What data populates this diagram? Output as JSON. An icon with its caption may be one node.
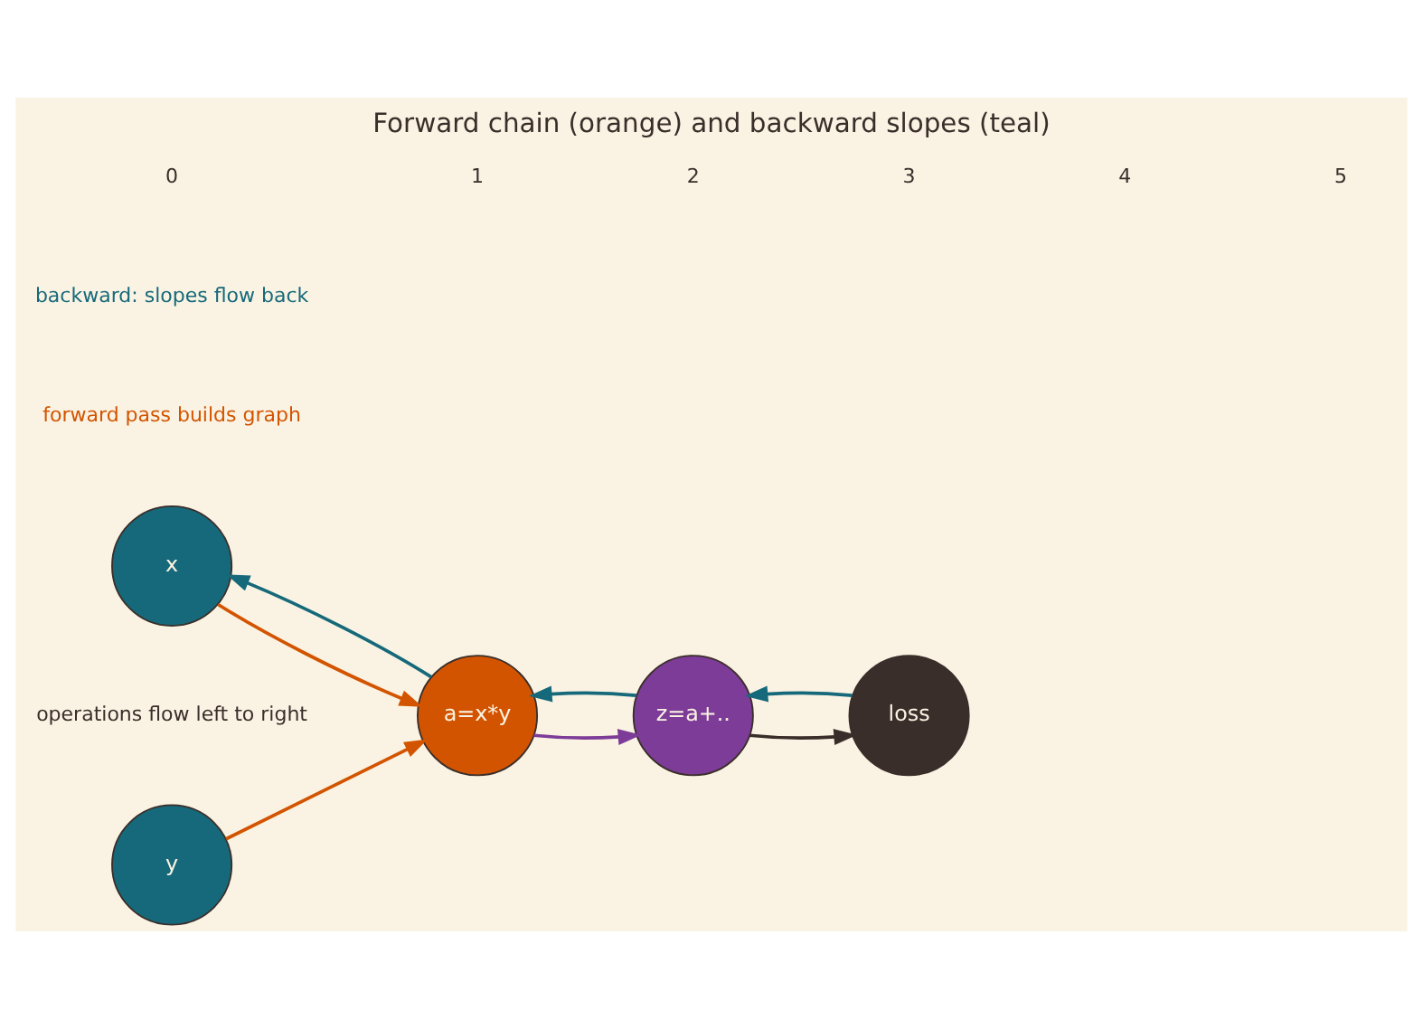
{
  "diagram": {
    "title": "Forward chain (orange) and backward slopes (teal)",
    "nodes": [
      {
        "text": [
          "x"
        ]
      },
      {
        "text": [
          "a=x*y"
        ]
      },
      {
        "text": [
          "z=a+.."
        ]
      },
      {
        "text": [
          "loss"
        ]
      },
      {
        "text": [
          "y"
        ]
      }
    ],
    "edges": [
      {
        "from": 0,
        "to": 1,
        "arrow": "to",
        "color": "#d35400"
      },
      {
        "from": 4,
        "to": 1,
        "arrow": "to",
        "color": "#d35400"
      },
      {
        "from": 1,
        "to": 2,
        "arrow": "to",
        "color": "#7d3c98"
      },
      {
        "from": 2,
        "to": 3,
        "arrow": "to",
        "color": "#3a2e2a"
      },
      {
        "from": 1,
        "to": 0,
        "arrow": "to"
      },
      {
        "from": 2,
        "to": 1,
        "arrow": "to"
      },
      {
        "from": 3,
        "to": 2,
        "arrow": "to"
      }
    ],
    "labels": [
      "forward pass builds graph",
      "backward: slopes flow back",
      "0",
      "1",
      "2",
      "3",
      "4",
      "5",
      "operations flow left to right"
    ]
  }
}
